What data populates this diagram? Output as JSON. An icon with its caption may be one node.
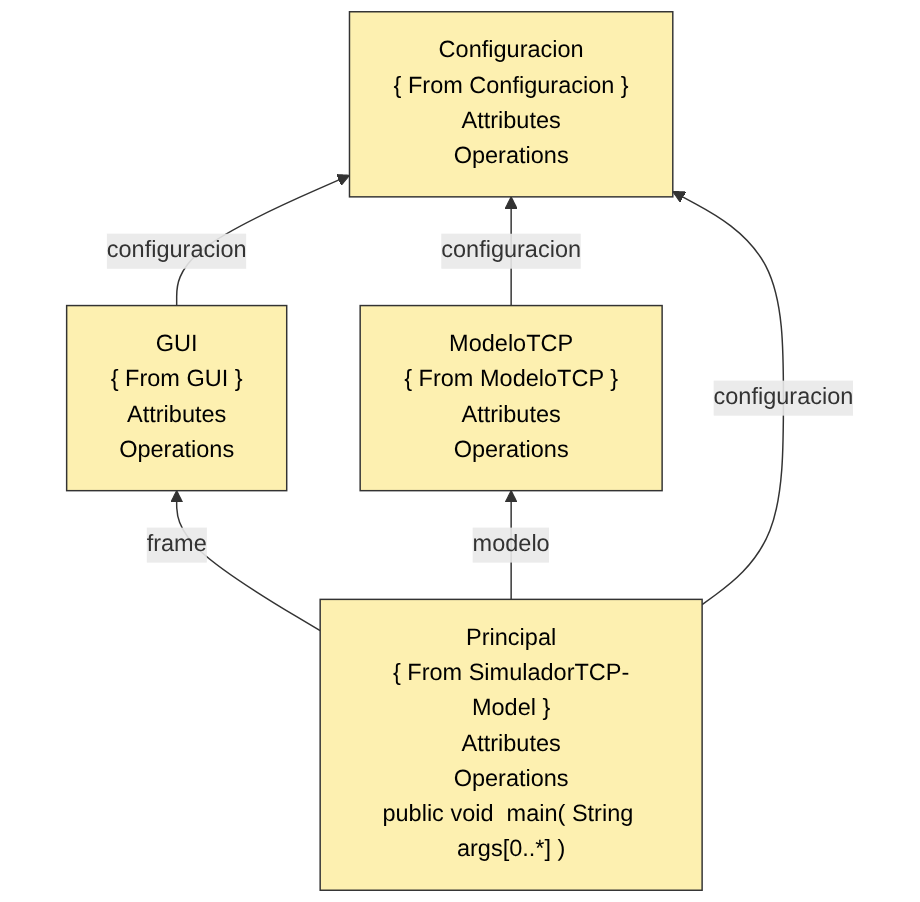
{
  "diagram": {
    "nodes": [
      {
        "text": [
          "GUI",
          "{ From GUI }",
          "Attributes",
          "Operations"
        ]
      },
      {
        "text": [
          "ModeloTCP",
          "{ From ModeloTCP }",
          "Attributes",
          "Operations"
        ]
      },
      {
        "text": [
          "Configuracion",
          "{ From Configuracion }",
          "Attributes",
          "Operations"
        ]
      },
      {
        "text": [
          "Principal",
          "{ From SimuladorTCP-Model }",
          "Attributes",
          "Operations",
          "public void  main( String args[0..*] )"
        ]
      }
    ],
    "edges": [
      {
        "from": 0,
        "to": 2,
        "arrow": "to",
        "label": "configuracion"
      },
      {
        "from": 1,
        "to": 2,
        "arrow": "to",
        "label": "configuracion"
      },
      {
        "from": 3,
        "to": 0,
        "arrow": "to",
        "label": "frame"
      },
      {
        "from": 3,
        "to": 2,
        "arrow": "to",
        "label": "configuracion"
      },
      {
        "from": 3,
        "to": 1,
        "arrow": "to",
        "label": "modelo"
      }
    ]
  }
}
